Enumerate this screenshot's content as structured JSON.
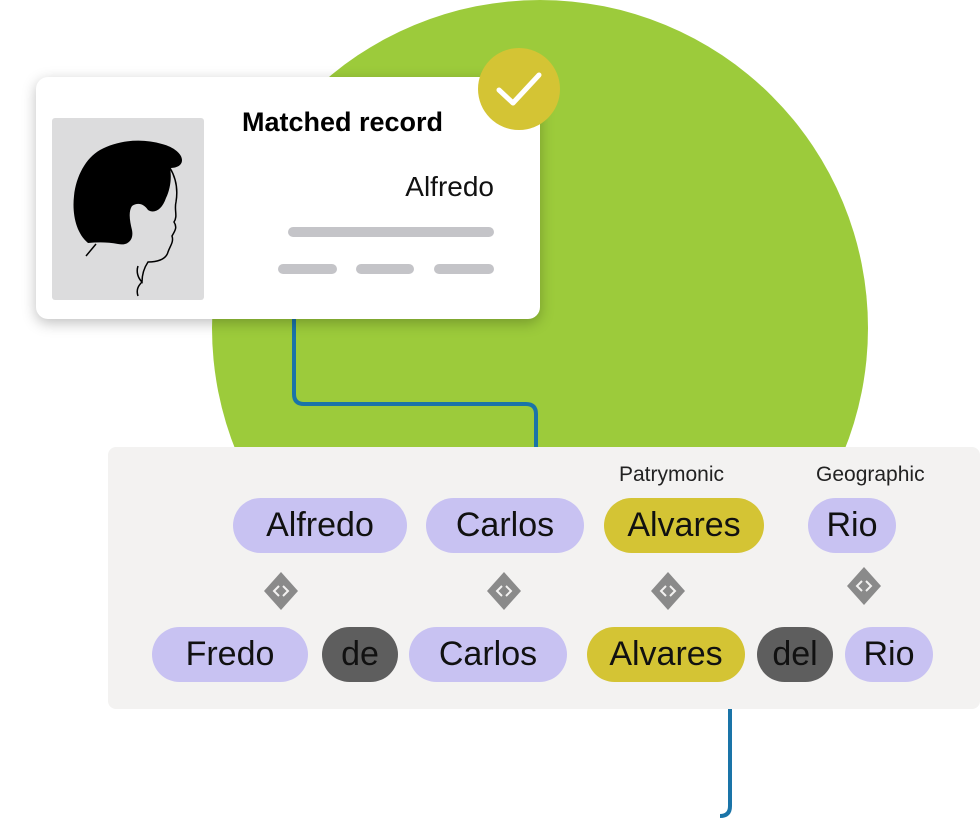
{
  "colors": {
    "circle": "#9ccb3b",
    "connector": "#1a74a8",
    "check_badge": "#d4c434",
    "given_name_pill": "#c8c2f2",
    "patronymic_pill": "#d4c434",
    "particle_pill": "#5e5e5e",
    "panel": "#f3f2f1",
    "arrow": "#8a8a8a"
  },
  "card": {
    "title": "Matched record",
    "name": "Alfredo",
    "avatar_icon": "person-silhouette-icon",
    "badge_icon": "checkmark-icon"
  },
  "categories": {
    "patronymic": "Patrymonic",
    "geographic": "Geographic"
  },
  "top_row": [
    "Alfredo",
    "Carlos",
    "Alvares",
    "Rio"
  ],
  "bottom_row": [
    "Fredo",
    "de",
    "Carlos",
    "Alvares",
    "del",
    "Rio"
  ],
  "arrow_icon": "bidirectional-match-icon"
}
